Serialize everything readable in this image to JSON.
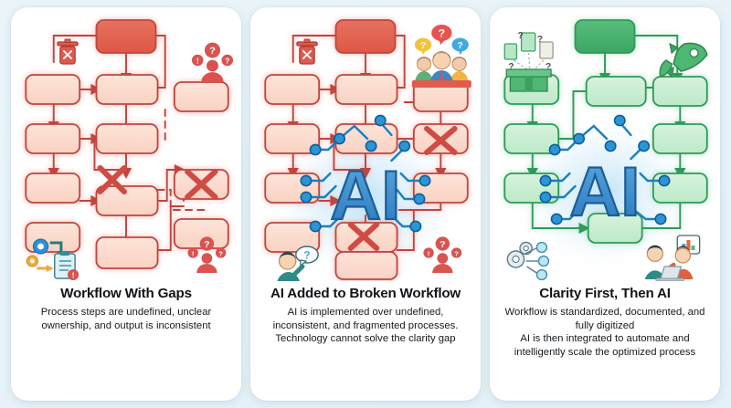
{
  "background_color": "#e9f4f8",
  "panels": [
    {
      "id": "workflow-with-gaps",
      "accent": "#d9534f",
      "title": "Workflow With Gaps",
      "description_lines": [
        "Process steps are undefined, unclear",
        "ownership, and output is inconsistent"
      ],
      "icons": [
        {
          "name": "trash-bin-icon",
          "label": "deleted step"
        },
        {
          "name": "confused-person-icon",
          "label": "unclear ownership"
        },
        {
          "name": "gears-clipboard-error-icon",
          "label": "broken process"
        },
        {
          "name": "red-x-icon",
          "label": "failure point"
        }
      ],
      "node_count": 11,
      "overlay_text": ""
    },
    {
      "id": "ai-added-to-broken-workflow",
      "accent": "#d9534f",
      "title": "AI Added to Broken Workflow",
      "description_lines": [
        "AI is implemented over undefined,",
        "inconsistent, and fragmented processes.",
        "Technology cannot solve the clarity gap"
      ],
      "icons": [
        {
          "name": "trash-bin-icon",
          "label": "deleted step"
        },
        {
          "name": "confused-team-icon",
          "label": "confused team"
        },
        {
          "name": "thinking-person-icon",
          "label": "thinking person"
        },
        {
          "name": "confused-person-icon",
          "label": "unclear ownership"
        },
        {
          "name": "red-x-icon",
          "label": "failure point"
        },
        {
          "name": "circuit-nodes-icon",
          "label": "ai circuitry"
        }
      ],
      "node_count": 11,
      "overlay_text": "AI"
    },
    {
      "id": "clarity-first-then-ai",
      "accent": "#2e9e5b",
      "title": "Clarity First, Then AI",
      "description_lines": [
        "Workflow is standardized, documented, and",
        "fully digitized",
        "AI is then integrated to automate and",
        "intelligently scale the optimized process"
      ],
      "icons": [
        {
          "name": "documents-box-icon",
          "label": "organized documents"
        },
        {
          "name": "rocket-icon",
          "label": "launch / scale"
        },
        {
          "name": "gear-network-icon",
          "label": "automation"
        },
        {
          "name": "team-laptop-analytics-icon",
          "label": "team with analytics"
        },
        {
          "name": "circuit-nodes-icon",
          "label": "ai circuitry"
        }
      ],
      "node_count": 11,
      "overlay_text": "AI"
    }
  ],
  "colors": {
    "red_node_fill": "#fad9cc",
    "red_node_stroke": "#c0453f",
    "red_header_fill": "#e2604f",
    "green_node_fill": "#c5ebcd",
    "green_node_stroke": "#3aa35e",
    "green_header_fill": "#48b06d",
    "ai_blue": "#3e8fd0",
    "ai_blue_dark": "#1d5d96"
  }
}
